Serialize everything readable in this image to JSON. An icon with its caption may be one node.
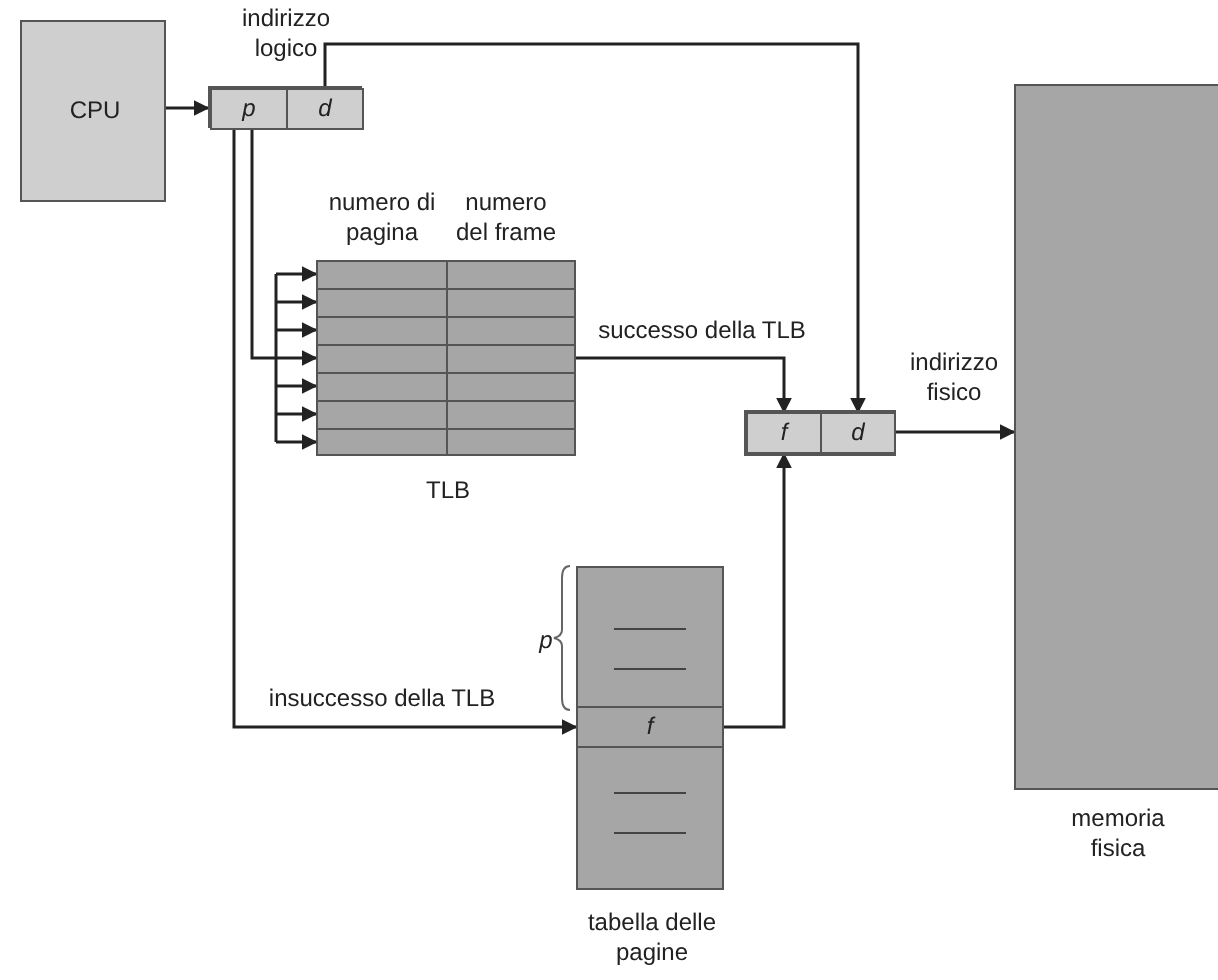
{
  "diagram": {
    "nodes": [
      {
        "text": [
          "CPU"
        ]
      },
      {
        "text": [
          "indirizzo logico"
        ]
      },
      {
        "text": [
          "p"
        ],
        "in": 1
      },
      {
        "text": [
          "d"
        ],
        "in": 1
      },
      {
        "text": [
          "numero di pagina",
          "numero del frame",
          "TLB"
        ]
      },
      {
        "text": [],
        "shape": "box"
      },
      {
        "text": [
          "f"
        ],
        "in": 5
      },
      {
        "text": [
          "d"
        ],
        "in": 5
      },
      {
        "text": [
          "tabella delle pagine"
        ]
      },
      {
        "text": [
          "f"
        ],
        "in": 8
      },
      {
        "text": [
          "memoria fisica"
        ]
      }
    ],
    "edges": [
      {
        "from": 0,
        "to": 1,
        "arrow": "to"
      },
      {
        "from": 3,
        "to": 7,
        "arrow": "to"
      },
      {
        "from": 2,
        "to": 4,
        "arrow": "to"
      },
      {
        "from": 4,
        "to": 6,
        "arrow": "to",
        "label": "successo della TLB"
      },
      {
        "from": 2,
        "to": 9,
        "arrow": "to",
        "label": "insuccesso della TLB"
      },
      {
        "from": 9,
        "to": 6,
        "arrow": "to"
      },
      {
        "from": 5,
        "to": 10,
        "arrow": "to",
        "label": "indirizzo fisico"
      }
    ],
    "labels": [
      "p"
    ]
  }
}
